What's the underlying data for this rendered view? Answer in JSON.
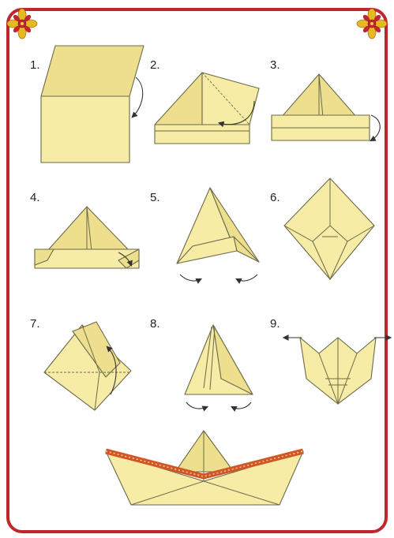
{
  "colors": {
    "border": "#c0272d",
    "paper": "#f7eca6",
    "paper_shade": "#eddf8e",
    "outline": "#6b6a4a",
    "trim": "#d2552a"
  },
  "icons": {
    "corner_left": "flower-ornament",
    "corner_right": "flower-ornament"
  },
  "steps": [
    {
      "label": "1."
    },
    {
      "label": "2."
    },
    {
      "label": "3."
    },
    {
      "label": "4."
    },
    {
      "label": "5."
    },
    {
      "label": "6."
    },
    {
      "label": "7."
    },
    {
      "label": "8."
    },
    {
      "label": "9."
    }
  ]
}
